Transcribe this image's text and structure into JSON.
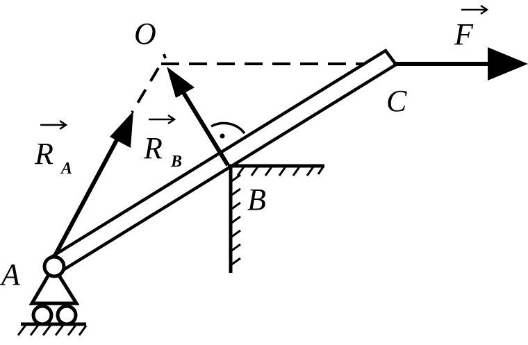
{
  "labels": {
    "O": "O",
    "F": "F",
    "C": "C",
    "A": "A",
    "B": "B",
    "RA_main": "R",
    "RA_sub": "A",
    "RB_main": "R",
    "RB_sub": "B"
  },
  "colors": {
    "ink": "#000000",
    "background": "#ffffff"
  }
}
